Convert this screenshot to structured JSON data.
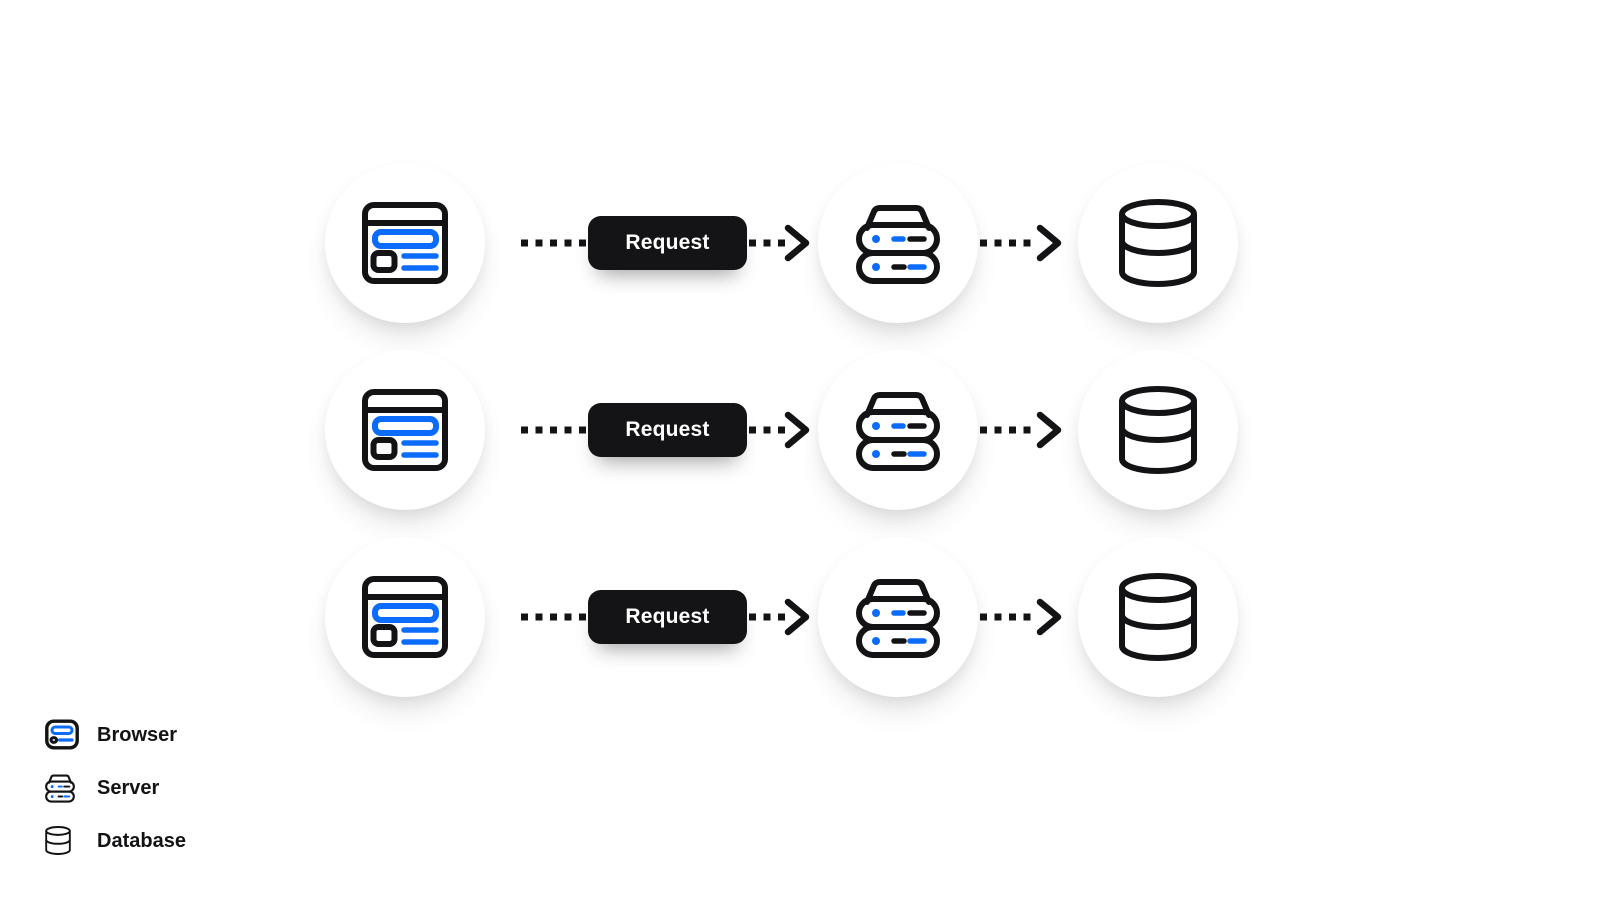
{
  "palette": {
    "accent_blue": "#0b6cfb",
    "ink": "#131316",
    "button_bg": "#141416",
    "button_text": "#ffffff",
    "page_bg": "#ffffff"
  },
  "flow": {
    "rows": [
      {
        "source": "browser",
        "request_label": "Request",
        "middle": "server",
        "target": "database"
      },
      {
        "source": "browser",
        "request_label": "Request",
        "middle": "server",
        "target": "database"
      },
      {
        "source": "browser",
        "request_label": "Request",
        "middle": "server",
        "target": "database"
      }
    ]
  },
  "legend": {
    "items": [
      {
        "icon": "browser-icon",
        "label": "Browser"
      },
      {
        "icon": "server-icon",
        "label": "Server"
      },
      {
        "icon": "database-icon",
        "label": "Database"
      }
    ]
  }
}
